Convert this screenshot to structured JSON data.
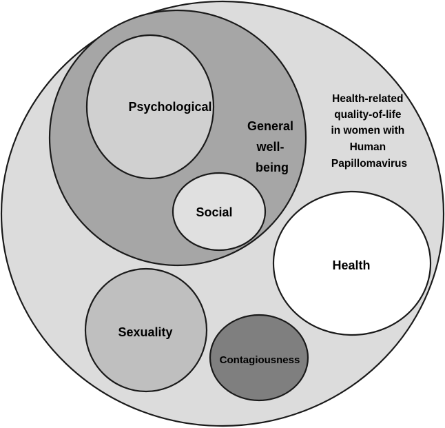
{
  "diagram": {
    "outer": {
      "label_lines": [
        "Health-related",
        "quality-of-life",
        "in women with",
        "Human",
        "Papillomavirus"
      ]
    },
    "general_wellbeing": {
      "label_lines": [
        "General",
        "well-",
        "being"
      ]
    },
    "psychological": {
      "label": "Psychological"
    },
    "social": {
      "label": "Social"
    },
    "health": {
      "label": "Health"
    },
    "sexuality": {
      "label": "Sexuality"
    },
    "contagiousness": {
      "label": "Contagiousness"
    }
  },
  "colors": {
    "outer_fill": "#dcdcdc",
    "general_wellbeing_fill": "#a6a6a6",
    "psychological_fill": "#d0d0d0",
    "social_fill": "#e0e0e0",
    "health_fill": "#ffffff",
    "sexuality_fill": "#bfbfbf",
    "contagiousness_fill": "#7f7f7f",
    "stroke": "#1a1a1a"
  }
}
